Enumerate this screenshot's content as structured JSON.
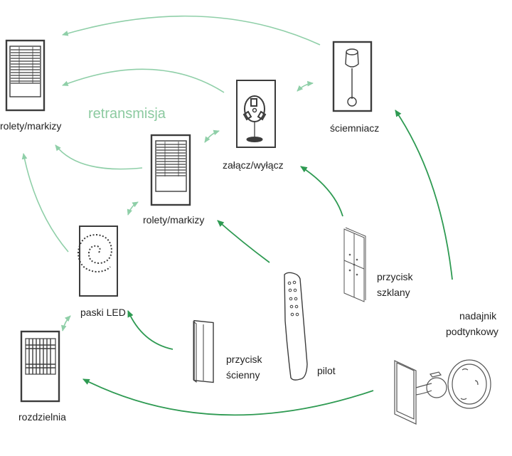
{
  "diagram": {
    "caption_retransmission": "retransmisja",
    "colors": {
      "light_arrow": "#8fcfa8",
      "dark_arrow": "#2e9a52",
      "outline": "#3c3c3c",
      "label_text": "#222222",
      "retransmission_text": "#8ccaa0"
    },
    "devices": [
      {
        "id": "blinds-top",
        "icon": "window-blinds-icon",
        "label": "rolety/markizy"
      },
      {
        "id": "on-off",
        "icon": "fan-icon",
        "label": "załącz/wyłącz"
      },
      {
        "id": "dimmer",
        "icon": "lamp-icon",
        "label": "ściemniacz"
      },
      {
        "id": "blinds-mid",
        "icon": "window-blinds-icon",
        "label": "rolety/markizy"
      },
      {
        "id": "led",
        "icon": "led-strip-spiral-icon",
        "label": "paski LED"
      },
      {
        "id": "distribution",
        "icon": "circuit-breaker-panel-icon",
        "label": "rozdzielnia"
      },
      {
        "id": "wall-button",
        "icon": "wall-switch-icon",
        "label_lines": [
          "przycisk",
          "ścienny"
        ]
      },
      {
        "id": "remote",
        "icon": "remote-control-icon",
        "label": "pilot"
      },
      {
        "id": "glass-button",
        "icon": "glass-switch-icon",
        "label_lines": [
          "przycisk",
          "szklany"
        ]
      },
      {
        "id": "flush-transmitter",
        "icon": "flush-transmitter-icon",
        "label_lines": [
          "nadajnik",
          "podtynkowy"
        ]
      }
    ],
    "connections": [
      {
        "from": "dimmer",
        "to": "blinds-top",
        "type": "retransmission"
      },
      {
        "from": "on-off",
        "to": "blinds-top",
        "type": "retransmission"
      },
      {
        "from": "blinds-mid",
        "to": "blinds-top",
        "type": "retransmission"
      },
      {
        "from": "led",
        "to": "blinds-top",
        "type": "retransmission"
      },
      {
        "from": "on-off",
        "to": "dimmer",
        "type": "retransmission",
        "bidirectional": true
      },
      {
        "from": "blinds-mid",
        "to": "on-off",
        "type": "retransmission",
        "bidirectional": true
      },
      {
        "from": "led",
        "to": "blinds-mid",
        "type": "retransmission",
        "bidirectional": true
      },
      {
        "from": "distribution",
        "to": "led",
        "type": "retransmission",
        "bidirectional": true
      },
      {
        "from": "flush-transmitter",
        "to": "dimmer",
        "type": "control"
      },
      {
        "from": "glass-button",
        "to": "on-off",
        "type": "control"
      },
      {
        "from": "remote",
        "to": "blinds-mid",
        "type": "control"
      },
      {
        "from": "wall-button",
        "to": "led",
        "type": "control"
      },
      {
        "from": "flush-transmitter",
        "to": "distribution",
        "type": "control"
      }
    ]
  }
}
